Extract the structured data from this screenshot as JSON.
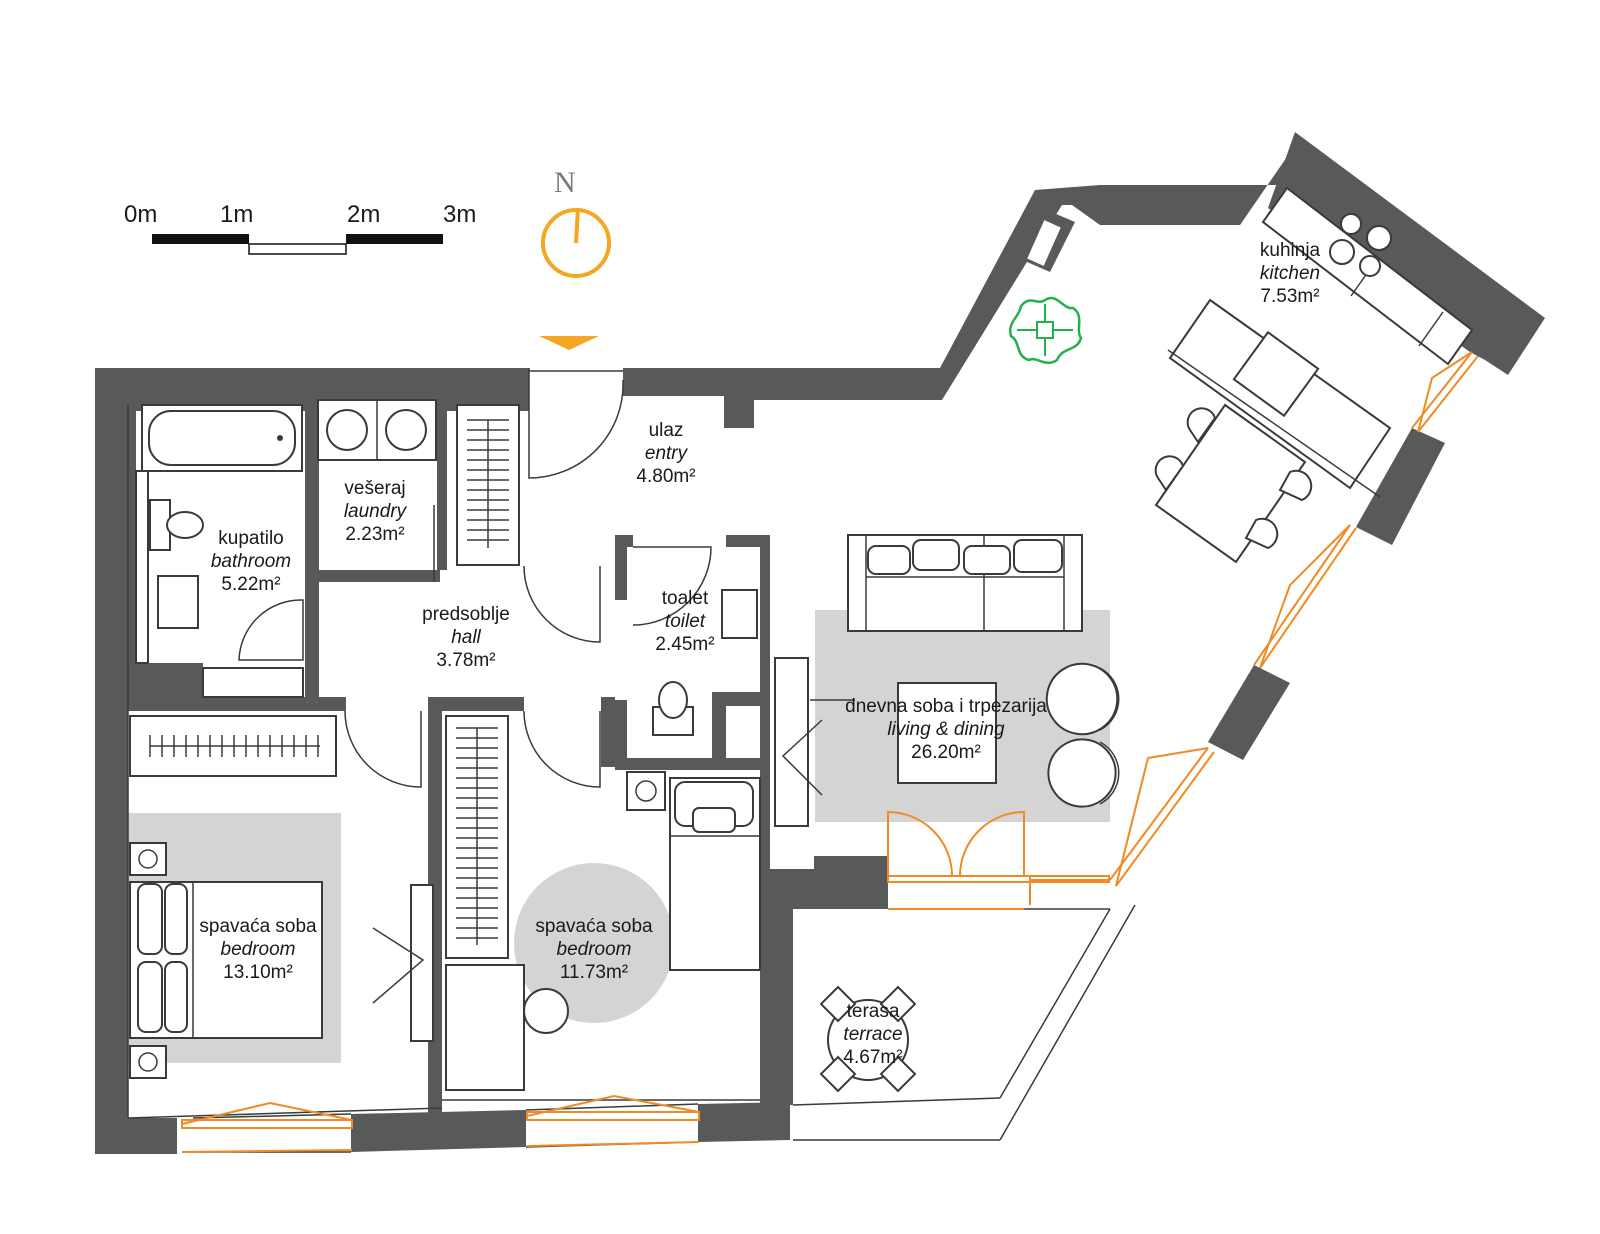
{
  "scale_bar": {
    "labels": [
      "0m",
      "1m",
      "2m",
      "3m"
    ]
  },
  "compass": {
    "north": "N",
    "color": "#f5a623"
  },
  "colors": {
    "wall": "#58595b",
    "rug": "#d4d4d4",
    "window": "#f08a24",
    "plant": "#22b14c"
  },
  "rooms": {
    "bathroom": {
      "local": "kupatilo",
      "en": "bathroom",
      "area": "5.22m²"
    },
    "laundry": {
      "local": "vešeraj",
      "en": "laundry",
      "area": "2.23m²"
    },
    "entry": {
      "local": "ulaz",
      "en": "entry",
      "area": "4.80m²"
    },
    "hall": {
      "local": "predsoblje",
      "en": "hall",
      "area": "3.78m²"
    },
    "toilet": {
      "local": "toalet",
      "en": "toilet",
      "area": "2.45m²"
    },
    "kitchen": {
      "local": "kuhinja",
      "en": "kitchen",
      "area": "7.53m²"
    },
    "living": {
      "local": "dnevna soba i trpezarija",
      "en": "living & dining",
      "area": "26.20m²"
    },
    "bedroom1": {
      "local": "spavaća soba",
      "en": "bedroom",
      "area": "13.10m²"
    },
    "bedroom2": {
      "local": "spavaća soba",
      "en": "bedroom",
      "area": "11.73m²"
    },
    "terrace": {
      "local": "terasa",
      "en": "terrace",
      "area": "4.67m²"
    }
  }
}
